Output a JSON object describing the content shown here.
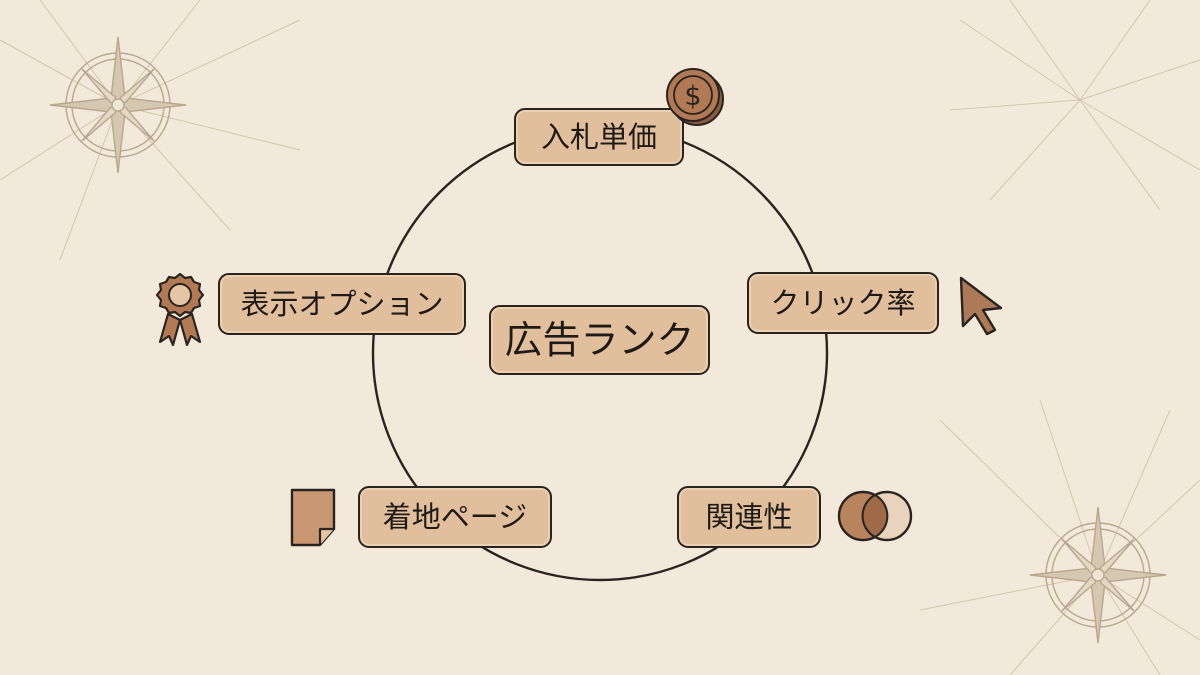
{
  "diagram": {
    "center": "広告ランク",
    "factors": [
      {
        "id": "bid",
        "label": "入札単価",
        "icon": "coin-dollar-icon"
      },
      {
        "id": "ctr",
        "label": "クリック率",
        "icon": "cursor-arrow-icon"
      },
      {
        "id": "relevance",
        "label": "関連性",
        "icon": "venn-circles-icon"
      },
      {
        "id": "landing",
        "label": "着地ページ",
        "icon": "document-page-icon"
      },
      {
        "id": "extensions",
        "label": "表示オプション",
        "icon": "award-ribbon-icon"
      }
    ]
  },
  "colors": {
    "background": "#f2e9da",
    "box_fill": "#e2bf9c",
    "ink": "#2a2420",
    "icon_brown": "#a9714d",
    "compass_line": "#c9b8a0"
  }
}
